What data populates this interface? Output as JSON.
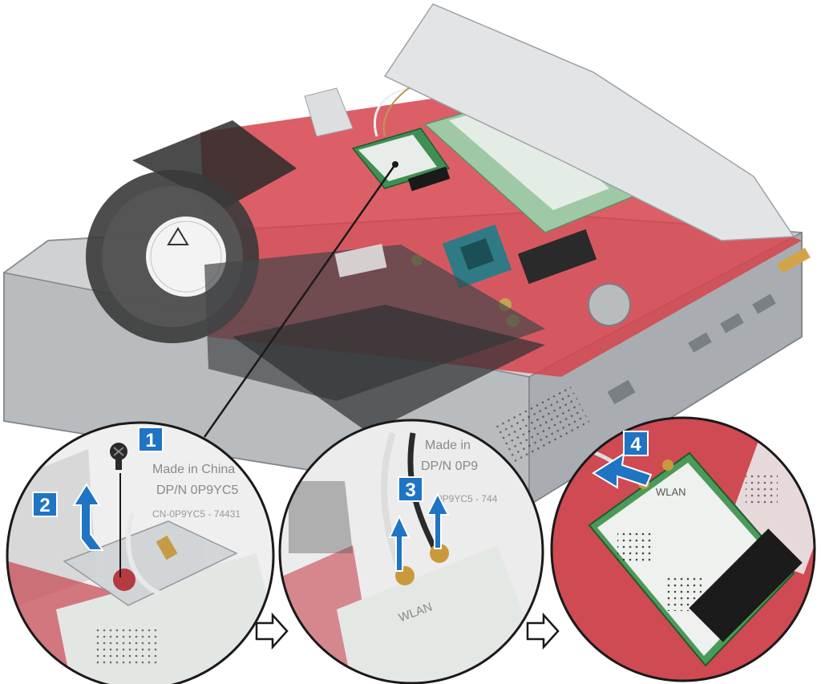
{
  "figure": {
    "steps": [
      {
        "number": "1",
        "action": "remove screw"
      },
      {
        "number": "2",
        "action": "lift bracket"
      },
      {
        "number": "3",
        "action": "disconnect antenna cables"
      },
      {
        "number": "4",
        "action": "slide out WLAN card"
      }
    ],
    "card_label_text": {
      "made_in": "Made in China",
      "dpn": "DP/N 0P9YC5",
      "cn_code": "CN-0P9YC5 - 74431",
      "wlan": "WLAN"
    },
    "colors": {
      "badge": "#1f74c3",
      "arrow": "#1f74c3",
      "board_red": "#c8323c",
      "card_green": "#4c9a5a",
      "chassis_gray": "#c9cbcd"
    },
    "icons": [
      "screw-icon",
      "arrow-right-icon",
      "arrow-up-icon"
    ]
  }
}
